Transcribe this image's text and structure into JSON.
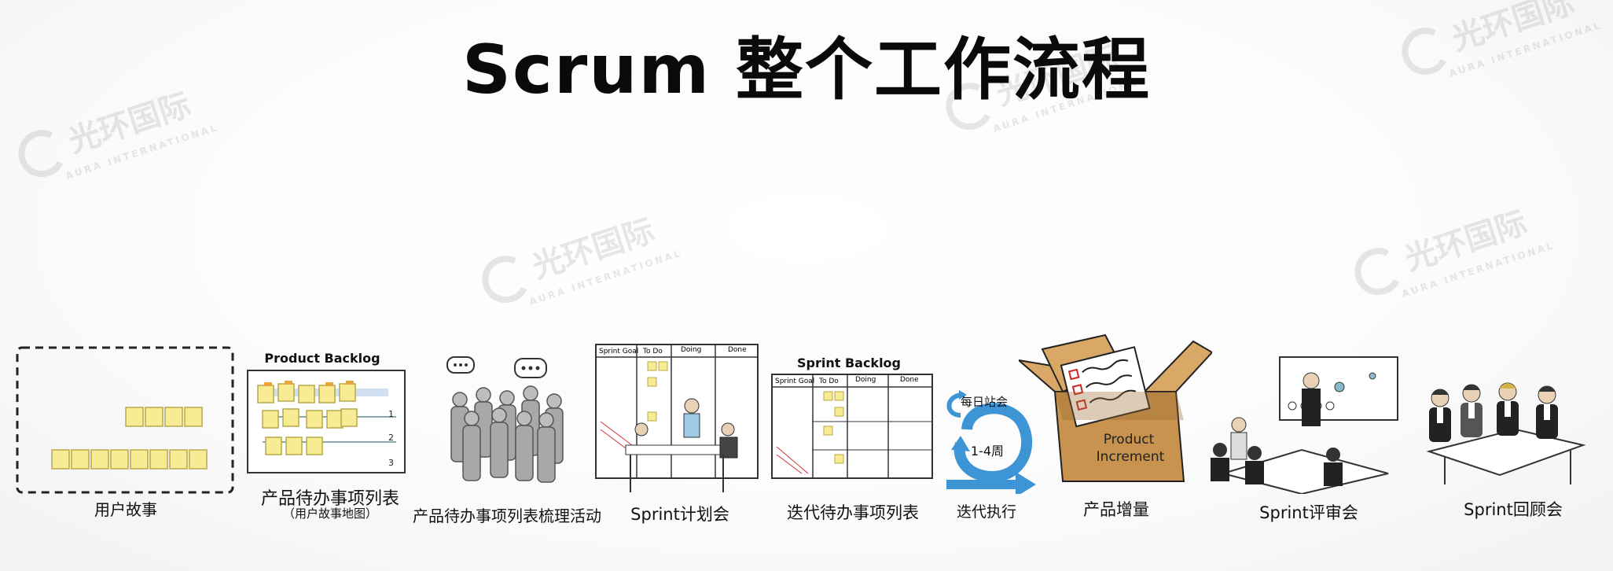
{
  "title": "Scrum 整个工作流程",
  "watermark": {
    "brand": "光环国际",
    "sub": "AURA INTERNATIONAL"
  },
  "board": {
    "sprint_goal": "Sprint Goal",
    "todo": "To Do",
    "doing": "Doing",
    "done": "Done"
  },
  "stages": [
    {
      "label": "用户故事"
    },
    {
      "label": "产品待办事项列表",
      "sublabel": "（用户故事地图）",
      "header": "Product Backlog"
    },
    {
      "label": "产品待办事项列表梳理活动"
    },
    {
      "label": "Sprint计划会"
    },
    {
      "label": "迭代待办事项列表",
      "header": "Sprint Backlog"
    },
    {
      "label": "迭代执行",
      "daily": "每日站会",
      "period": "1-4周"
    },
    {
      "label": "产品增量",
      "box_text_1": "Product",
      "box_text_2": "Increment"
    },
    {
      "label": "Sprint评审会"
    },
    {
      "label": "Sprint回顾会"
    }
  ],
  "colors": {
    "sticky": "#f7ec93",
    "sticky_border": "#b8a94a",
    "cycle": "#3d95d6",
    "box": "#c8924f",
    "box_dark": "#9c6a32"
  }
}
